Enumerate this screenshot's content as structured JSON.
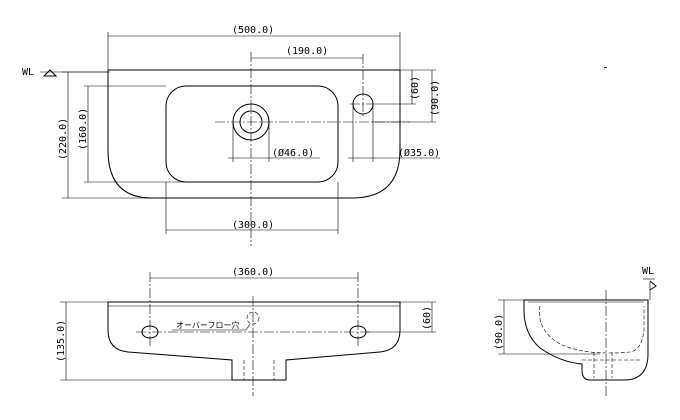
{
  "top_view": {
    "wl_label": "WL",
    "dims": {
      "overall_width": "(500.0)",
      "faucet_offset": "(190.0)",
      "depth_220": "(220.0)",
      "bowl_160": "(160.0)",
      "tap_60": "(60)",
      "tap_90": "(90.0)",
      "drain_dia": "(Ø46.0)",
      "tap_dia": "(Ø35.0)",
      "bowl_width": "(300.0)"
    }
  },
  "front_view": {
    "dims": {
      "mount_spacing": "(360.0)",
      "height_135": "(135.0)",
      "height_60": "(60)"
    },
    "overflow_note": "オーバーフロー穴"
  },
  "side_view": {
    "wl_label": "WL",
    "dims": {
      "height_90": "(90.0)"
    }
  }
}
